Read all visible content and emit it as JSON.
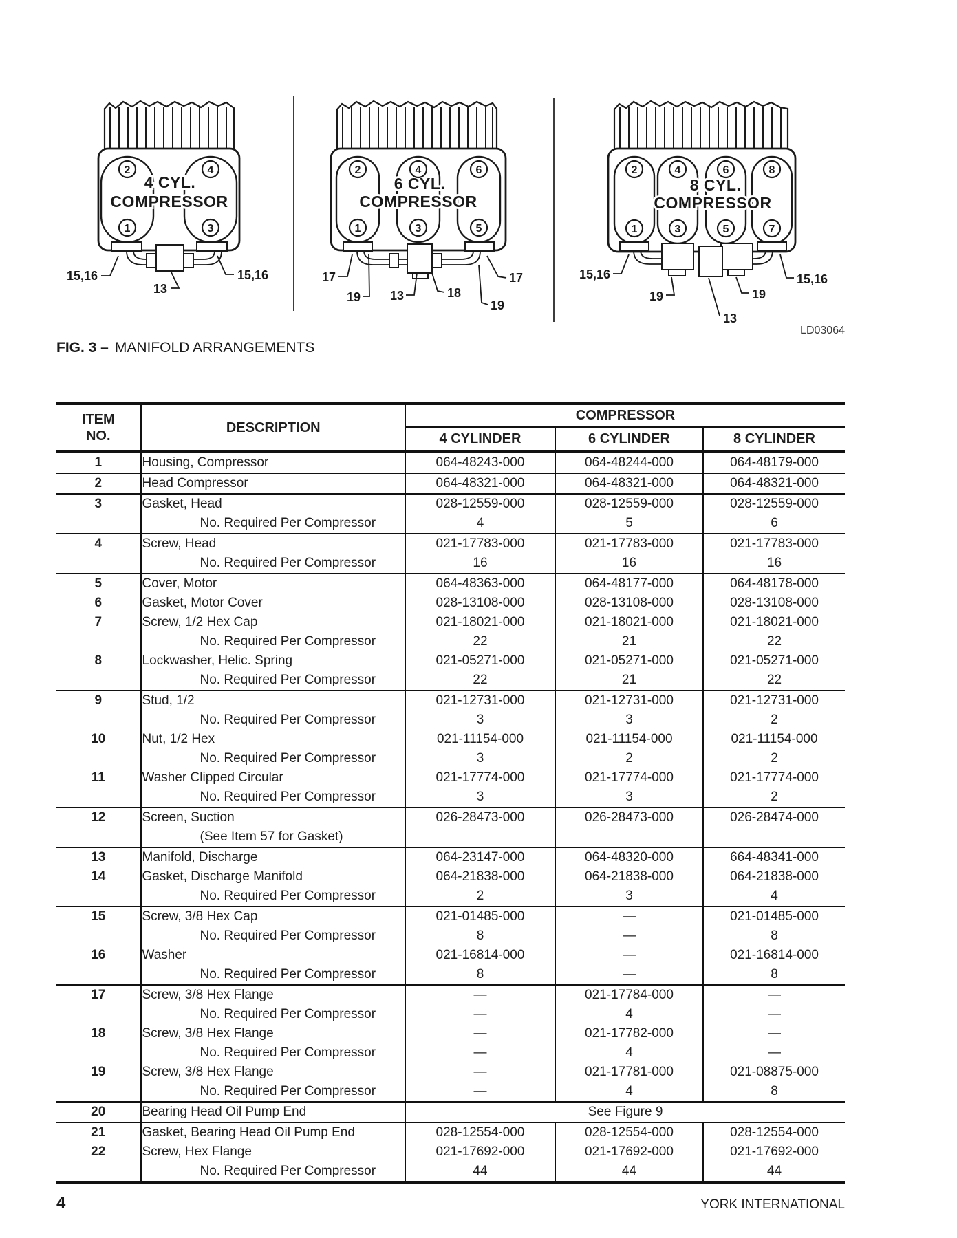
{
  "figure": {
    "caption": {
      "label": "FIG. 3 –",
      "title": "MANIFOLD ARRANGEMENTS"
    },
    "drawing_code": "LD03064",
    "panels": [
      {
        "title_line1": "4 CYL.",
        "title_line2": "COMPRESSOR",
        "cylinders": [
          "2",
          "4",
          "1",
          "3"
        ],
        "callouts": [
          "15,16",
          "15,16",
          "13"
        ]
      },
      {
        "title_line1": "6 CYL.",
        "title_line2": "COMPRESSOR",
        "cylinders": [
          "2",
          "4",
          "6",
          "1",
          "3",
          "5"
        ],
        "callouts": [
          "17",
          "19",
          "13",
          "18",
          "17",
          "19"
        ]
      },
      {
        "title_line1": "8 CYL.",
        "title_line2": "COMPRESSOR",
        "cylinders": [
          "2",
          "4",
          "6",
          "8",
          "1",
          "3",
          "5",
          "7"
        ],
        "callouts": [
          "15,16",
          "19",
          "13",
          "19",
          "15,16"
        ]
      }
    ]
  },
  "table": {
    "header": {
      "item_line1": "ITEM",
      "item_line2": "NO.",
      "description": "DESCRIPTION",
      "compressor": "COMPRESSOR",
      "col_4": "4 CYLINDER",
      "col_6": "6 CYLINDER",
      "col_8": "8 CYLINDER"
    },
    "rows": [
      {
        "item": "1",
        "desc": "Housing, Compressor",
        "c4": "064-48243-000",
        "c6": "064-48244-000",
        "c8": "064-48179-000",
        "indent": false,
        "sep": true
      },
      {
        "item": "2",
        "desc": "Head Compressor",
        "c4": "064-48321-000",
        "c6": "064-48321-000",
        "c8": "064-48321-000",
        "indent": false,
        "sep": true
      },
      {
        "item": "3",
        "desc": "Gasket, Head",
        "c4": "028-12559-000",
        "c6": "028-12559-000",
        "c8": "028-12559-000",
        "indent": false,
        "sep": false
      },
      {
        "item": "",
        "desc": "No. Required Per Compressor",
        "c4": "4",
        "c6": "5",
        "c8": "6",
        "indent": true,
        "sep": true
      },
      {
        "item": "4",
        "desc": "Screw, Head",
        "c4": "021-17783-000",
        "c6": "021-17783-000",
        "c8": "021-17783-000",
        "indent": false,
        "sep": false
      },
      {
        "item": "",
        "desc": "No. Required Per Compressor",
        "c4": "16",
        "c6": "16",
        "c8": "16",
        "indent": true,
        "sep": true
      },
      {
        "item": "5",
        "desc": "Cover, Motor",
        "c4": "064-48363-000",
        "c6": "064-48177-000",
        "c8": "064-48178-000",
        "indent": false,
        "sep": false
      },
      {
        "item": "6",
        "desc": "Gasket, Motor Cover",
        "c4": "028-13108-000",
        "c6": "028-13108-000",
        "c8": "028-13108-000",
        "indent": false,
        "sep": false
      },
      {
        "item": "7",
        "desc": "Screw, 1/2 Hex Cap",
        "c4": "021-18021-000",
        "c6": "021-18021-000",
        "c8": "021-18021-000",
        "indent": false,
        "sep": false
      },
      {
        "item": "",
        "desc": "No. Required Per Compressor",
        "c4": "22",
        "c6": "21",
        "c8": "22",
        "indent": true,
        "sep": false
      },
      {
        "item": "8",
        "desc": "Lockwasher, Helic. Spring",
        "c4": "021-05271-000",
        "c6": "021-05271-000",
        "c8": "021-05271-000",
        "indent": false,
        "sep": false
      },
      {
        "item": "",
        "desc": "No. Required Per Compressor",
        "c4": "22",
        "c6": "21",
        "c8": "22",
        "indent": true,
        "sep": true
      },
      {
        "item": "9",
        "desc": "Stud, 1/2",
        "c4": "021-12731-000",
        "c6": "021-12731-000",
        "c8": "021-12731-000",
        "indent": false,
        "sep": false
      },
      {
        "item": "",
        "desc": "No. Required Per Compressor",
        "c4": "3",
        "c6": "3",
        "c8": "2",
        "indent": true,
        "sep": false
      },
      {
        "item": "10",
        "desc": "Nut, 1/2 Hex",
        "c4": "021-11154-000",
        "c6": "021-11154-000",
        "c8": "021-11154-000",
        "indent": false,
        "sep": false
      },
      {
        "item": "",
        "desc": "No. Required Per Compressor",
        "c4": "3",
        "c6": "2",
        "c8": "2",
        "indent": true,
        "sep": false
      },
      {
        "item": "11",
        "desc": "Washer Clipped Circular",
        "c4": "021-17774-000",
        "c6": "021-17774-000",
        "c8": "021-17774-000",
        "indent": false,
        "sep": false
      },
      {
        "item": "",
        "desc": "No. Required Per Compressor",
        "c4": "3",
        "c6": "3",
        "c8": "2",
        "indent": true,
        "sep": true
      },
      {
        "item": "12",
        "desc": "Screen, Suction",
        "c4": "026-28473-000",
        "c6": "026-28473-000",
        "c8": "026-28474-000",
        "indent": false,
        "sep": false
      },
      {
        "item": "",
        "desc": "(See Item 57 for Gasket)",
        "c4": "",
        "c6": "",
        "c8": "",
        "indent": true,
        "sep": true
      },
      {
        "item": "13",
        "desc": "Manifold, Discharge",
        "c4": "064-23147-000",
        "c6": "064-48320-000",
        "c8": "664-48341-000",
        "indent": false,
        "sep": false
      },
      {
        "item": "14",
        "desc": "Gasket, Discharge Manifold",
        "c4": "064-21838-000",
        "c6": "064-21838-000",
        "c8": "064-21838-000",
        "indent": false,
        "sep": false
      },
      {
        "item": "",
        "desc": "No. Required Per Compressor",
        "c4": "2",
        "c6": "3",
        "c8": "4",
        "indent": true,
        "sep": true
      },
      {
        "item": "15",
        "desc": "Screw, 3/8 Hex Cap",
        "c4": "021-01485-000",
        "c6": "—",
        "c8": "021-01485-000",
        "indent": false,
        "sep": false
      },
      {
        "item": "",
        "desc": "No. Required Per Compressor",
        "c4": "8",
        "c6": "—",
        "c8": "8",
        "indent": true,
        "sep": false
      },
      {
        "item": "16",
        "desc": "Washer",
        "c4": "021-16814-000",
        "c6": "—",
        "c8": "021-16814-000",
        "indent": false,
        "sep": false
      },
      {
        "item": "",
        "desc": "No. Required Per Compressor",
        "c4": "8",
        "c6": "—",
        "c8": "8",
        "indent": true,
        "sep": true
      },
      {
        "item": "17",
        "desc": "Screw, 3/8 Hex Flange",
        "c4": "—",
        "c6": "021-17784-000",
        "c8": "—",
        "indent": false,
        "sep": false
      },
      {
        "item": "",
        "desc": "No. Required Per Compressor",
        "c4": "—",
        "c6": "4",
        "c8": "—",
        "indent": true,
        "sep": false
      },
      {
        "item": "18",
        "desc": "Screw, 3/8 Hex Flange",
        "c4": "—",
        "c6": "021-17782-000",
        "c8": "—",
        "indent": false,
        "sep": false
      },
      {
        "item": "",
        "desc": "No. Required Per Compressor",
        "c4": "—",
        "c6": "4",
        "c8": "—",
        "indent": true,
        "sep": false
      },
      {
        "item": "19",
        "desc": "Screw, 3/8 Hex Flange",
        "c4": "—",
        "c6": "021-17781-000",
        "c8": "021-08875-000",
        "indent": false,
        "sep": false
      },
      {
        "item": "",
        "desc": "No. Required Per Compressor",
        "c4": "—",
        "c6": "4",
        "c8": "8",
        "indent": true,
        "sep": true
      },
      {
        "item": "20",
        "desc": "Bearing Head Oil Pump End",
        "span": "See Figure 9",
        "indent": false,
        "sep": true
      },
      {
        "item": "21",
        "desc": "Gasket, Bearing Head Oil Pump End",
        "c4": "028-12554-000",
        "c6": "028-12554-000",
        "c8": "028-12554-000",
        "indent": false,
        "sep": false
      },
      {
        "item": "22",
        "desc": "Screw, Hex Flange",
        "c4": "021-17692-000",
        "c6": "021-17692-000",
        "c8": "021-17692-000",
        "indent": false,
        "sep": false
      },
      {
        "item": "",
        "desc": "No. Required Per Compressor",
        "c4": "44",
        "c6": "44",
        "c8": "44",
        "indent": true,
        "sep": false
      }
    ]
  },
  "footer": {
    "page_number": "4",
    "company": "YORK INTERNATIONAL"
  }
}
